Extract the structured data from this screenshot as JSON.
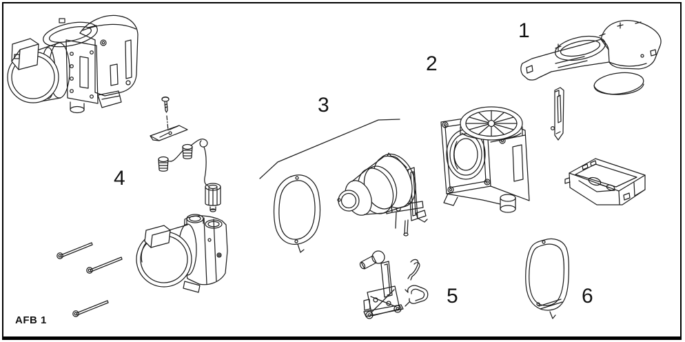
{
  "figure": {
    "code": "AFB 1",
    "background_color": "#ffffff",
    "line_color": "#1d1d1d",
    "border_color": "#000000",
    "callouts": [
      {
        "label": "1"
      },
      {
        "label": "2"
      },
      {
        "label": "3"
      },
      {
        "label": "4"
      },
      {
        "label": "5"
      },
      {
        "label": "6"
      }
    ]
  }
}
